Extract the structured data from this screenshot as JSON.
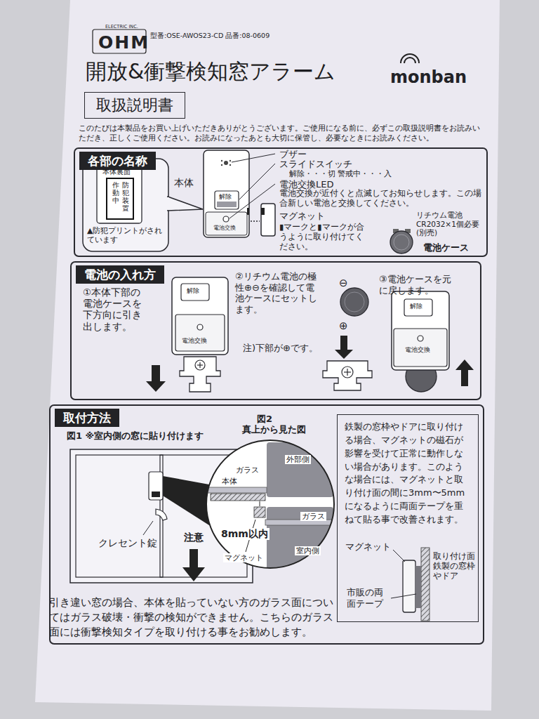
{
  "diagram": {
    "title": "開放&衝撃検知窓アラーム",
    "nodes": [
      {
        "text": [
          "取扱説明書"
        ]
      },
      {
        "text": [
          "各部の名称"
        ]
      },
      {
        "text": [
          "電池の入れ方"
        ]
      },
      {
        "text": [
          "取付方法"
        ]
      },
      {
        "text": [
          "鉄製の窓枠やドアに取り付ける場合、マグネットの磁石が影響を受けて正常に動作しない場合があります。このような場合には、マグネットと取り付け面の間に3mm〜5mmになるように両面テープを重ねて貼る事で改善されます。"
        ],
        "in": 3
      }
    ],
    "labels": [
      "ELECTRIC INC.",
      "OHM",
      "型番:OSE-AWOS23-CD 品番:08-0609",
      "monban",
      "このたびは本製品をお買い上げいただきありがとうございます。ご使用になる前に、必ずこの取扱説明書をお読みいただき、正しくご使用ください。お読みになったあとも大切に保管し、必要なときにお読みください。",
      "本体裏面",
      "防犯装置",
      "作動中",
      "▲防犯プリントがされています",
      "本体",
      "ブザー",
      "スライドスイッチ",
      "解除・・・切 警戒中・・・入",
      "解除",
      "電池交換",
      "電池交換LED",
      "電池交換が近付くと点滅してお知らせします。この場合新しい電池と交換してください。",
      "マグネット",
      "▮マークと▮マークが合うように取り付けてください。",
      "リチウム電池 CR2032×1個必要 (別売)",
      "電池ケース",
      "①本体下部の電池ケースを下方向に引き出します。",
      "解除",
      "電池交換",
      "②リチウム電池の極性⊕⊖を確認して電池ケースにセットします。",
      "⊖",
      "⊕",
      "注)下部が⊕です。",
      "③電池ケースを元に戻します。",
      "解除",
      "電池交換",
      "図1 ※室内側の窓に貼り付けます",
      "図2",
      "真上から見た図",
      "外部側",
      "ガラス",
      "本体",
      "ガラス",
      "8mm以内",
      "マグネット",
      "室内側",
      "クレセント錠",
      "注意",
      "引き違い窓の場合、本体を貼っていない方のガラス面についてはガラス破壊・衝撃の検知ができません。こちらのガラス面には衝撃検知タイプを取り付ける事をお勧めします。",
      "マグネット",
      "取り付け面 鉄製の窓枠やドア",
      "市販の両面テープ"
    ]
  }
}
